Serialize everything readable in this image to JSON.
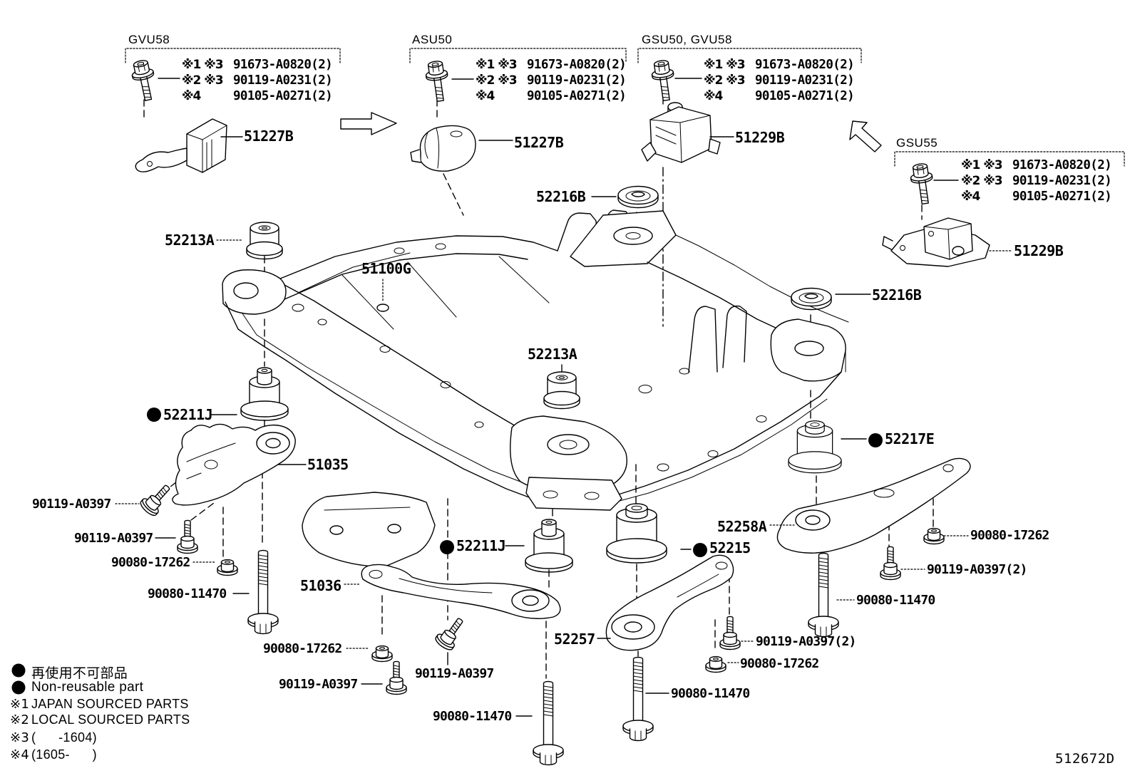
{
  "groups": [
    {
      "title": "GVU58",
      "rows": [
        {
          "marks": "※1 ※3",
          "part": "91673-A0820(2)"
        },
        {
          "marks": "※2 ※3",
          "part": "90119-A0231(2)"
        },
        {
          "marks": "※4",
          "part": "90105-A0271(2)"
        }
      ],
      "component": "51227B"
    },
    {
      "title": "ASU50",
      "rows": [
        {
          "marks": "※1 ※3",
          "part": "91673-A0820(2)"
        },
        {
          "marks": "※2 ※3",
          "part": "90119-A0231(2)"
        },
        {
          "marks": "※4",
          "part": "90105-A0271(2)"
        }
      ],
      "component": "51227B"
    },
    {
      "title": "GSU50, GVU58",
      "rows": [
        {
          "marks": "※1 ※3",
          "part": "91673-A0820(2)"
        },
        {
          "marks": "※2 ※3",
          "part": "90119-A0231(2)"
        },
        {
          "marks": "※4",
          "part": "90105-A0271(2)"
        }
      ],
      "component": "51229B"
    },
    {
      "title": "GSU55",
      "rows": [
        {
          "marks": "※1 ※3",
          "part": "91673-A0820(2)"
        },
        {
          "marks": "※2 ※3",
          "part": "90119-A0231(2)"
        },
        {
          "marks": "※4",
          "part": "90105-A0271(2)"
        }
      ],
      "component": "51229B"
    }
  ],
  "parts": {
    "subframe": "51100G",
    "washer_top": "52216B",
    "washer_right": "52216B",
    "cushion_left": "52213A",
    "cushion_mid": "52213A",
    "cushion_rear_left": "52211J",
    "cushion_rear_mid": "52211J",
    "cushion_52215": "52215",
    "cushion_52217e": "52217E",
    "brace_51035": "51035",
    "brace_51036": "51036",
    "brace_52257": "52257",
    "brace_52258a": "52258A"
  },
  "fasteners": {
    "bolt_l1": "90119-A0397",
    "bolt_l2": "90119-A0397",
    "nut_l": "90080-17262",
    "longbolt_l": "90080-11470",
    "nut_m": "90080-17262",
    "bolt_m1": "90119-A0397",
    "bolt_m2": "90119-A0397",
    "longbolt_m": "90080-11470",
    "longbolt_m2": "90080-11470",
    "bolt2_m": "90119-A0397(2)",
    "nut_m2": "90080-17262",
    "nut_r": "90080-17262",
    "bolt2_r": "90119-A0397(2)",
    "longbolt_r": "90080-11470"
  },
  "legend": {
    "jp": "再使用不可部品",
    "en": "Non-reusable part",
    "item1_mark": "※1",
    "item1": "JAPAN SOURCED PARTS",
    "item2_mark": "※2",
    "item2": "LOCAL SOURCED PARTS",
    "item3_mark": "※3",
    "item3": "(      -1604)",
    "item4_mark": "※4",
    "item4": "(1605-      )"
  },
  "markers": {
    "non_reusable_dot": "●",
    "reference_mark": "※"
  },
  "diagram_code": "512672D"
}
